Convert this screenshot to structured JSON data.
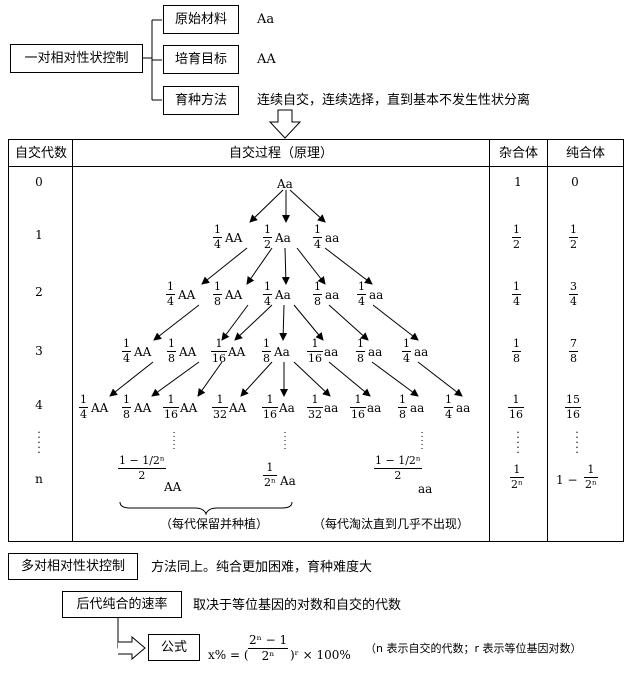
{
  "top": {
    "main_label": "一对相对性状控制",
    "items": [
      {
        "label": "原始材料",
        "value": "Aa"
      },
      {
        "label": "培育目标",
        "value": "AA"
      },
      {
        "label": "育种方法",
        "value": "连续自交，连续选择，直到基本不发生性状分离"
      }
    ]
  },
  "table": {
    "headers": [
      "自交代数",
      "自交过程（原理）",
      "杂合体",
      "纯合体"
    ],
    "generations": [
      "0",
      "1",
      "2",
      "3",
      "4",
      "n"
    ],
    "hetero": {
      "g0": "1",
      "g1": {
        "n": "1",
        "d": "2"
      },
      "g2": {
        "n": "1",
        "d": "4"
      },
      "g3": {
        "n": "1",
        "d": "8"
      },
      "g4": {
        "n": "1",
        "d": "16"
      },
      "gn": {
        "n": "1",
        "d": "2ⁿ"
      }
    },
    "homo": {
      "g0": "0",
      "g1": {
        "n": "1",
        "d": "2"
      },
      "g2": {
        "n": "3",
        "d": "4"
      },
      "g3": {
        "n": "7",
        "d": "8"
      },
      "g4": {
        "n": "15",
        "d": "16"
      },
      "gn_prefix": "1 −",
      "gn": {
        "n": "1",
        "d": "2ⁿ"
      }
    },
    "tree": {
      "root": "Aa",
      "row1": [
        {
          "n": "1",
          "d": "4",
          "g": "AA"
        },
        {
          "n": "1",
          "d": "2",
          "g": "Aa"
        },
        {
          "n": "1",
          "d": "4",
          "g": "aa"
        }
      ],
      "row2": [
        {
          "n": "1",
          "d": "4",
          "g": "AA"
        },
        {
          "n": "1",
          "d": "8",
          "g": "AA"
        },
        {
          "n": "1",
          "d": "4",
          "g": "Aa"
        },
        {
          "n": "1",
          "d": "8",
          "g": "aa"
        },
        {
          "n": "1",
          "d": "4",
          "g": "aa"
        }
      ],
      "row3": [
        {
          "n": "1",
          "d": "4",
          "g": "AA"
        },
        {
          "n": "1",
          "d": "8",
          "g": "AA"
        },
        {
          "n": "1",
          "d": "16",
          "g": "AA"
        },
        {
          "n": "1",
          "d": "8",
          "g": "Aa"
        },
        {
          "n": "1",
          "d": "16",
          "g": "aa"
        },
        {
          "n": "1",
          "d": "8",
          "g": "aa"
        },
        {
          "n": "1",
          "d": "4",
          "g": "aa"
        }
      ],
      "row4": [
        {
          "n": "1",
          "d": "4",
          "g": "AA"
        },
        {
          "n": "1",
          "d": "8",
          "g": "AA"
        },
        {
          "n": "1",
          "d": "16",
          "g": "AA"
        },
        {
          "n": "1",
          "d": "32",
          "g": "AA"
        },
        {
          "n": "1",
          "d": "16",
          "g": "Aa"
        },
        {
          "n": "1",
          "d": "32",
          "g": "aa"
        },
        {
          "n": "1",
          "d": "16",
          "g": "aa"
        },
        {
          "n": "1",
          "d": "8",
          "g": "aa"
        },
        {
          "n": "1",
          "d": "4",
          "g": "aa"
        }
      ],
      "nrow": {
        "left": {
          "top": "1 − 1/2ⁿ",
          "d": "2",
          "g": "AA"
        },
        "mid": {
          "n": "1",
          "d": "2ⁿ",
          "g": "Aa"
        },
        "right": {
          "top": "1 − 1/2ⁿ",
          "d": "2",
          "g": "aa"
        }
      },
      "note_left": "（每代保留并种植）",
      "note_right": "（每代淘汰直到几乎不出现）"
    }
  },
  "bottom": {
    "multi_label": "多对相对性状控制",
    "multi_text": "方法同上。纯合更加困难，育种难度大",
    "rate_label": "后代纯合的速率",
    "rate_text": "取决于等位基因的对数和自交的代数",
    "formula_label": "公式",
    "formula_lhs": "x% = (",
    "formula_num": "2ⁿ − 1",
    "formula_den": "2ⁿ",
    "formula_rhs": ")ʳ × 100%",
    "formula_note": "（n 表示自交的代数；r 表示等位基因对数）"
  }
}
